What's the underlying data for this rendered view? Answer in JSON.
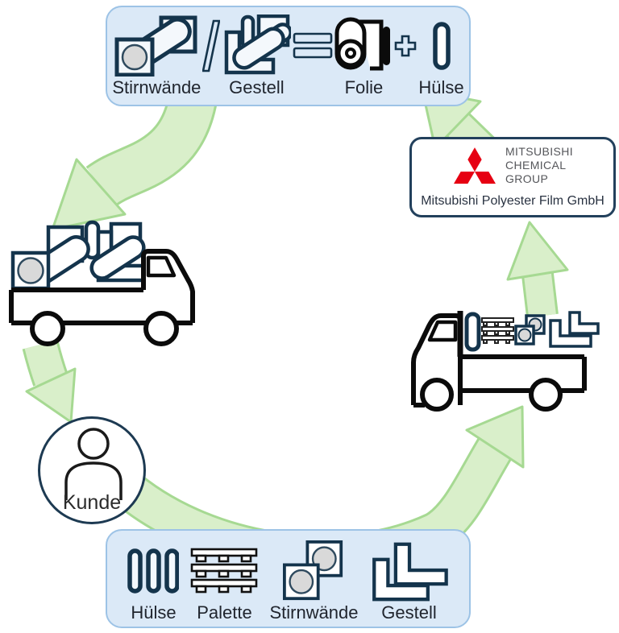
{
  "palette": {
    "box_fill": "#dbe9f7",
    "box_border": "#9dc3e6",
    "arrow_fill": "#d9efca",
    "arrow_border": "#a6d992",
    "icon_navy": "#14344c",
    "outline_black": "#0b0b0b",
    "circle_gray": "#d9d9d9",
    "brand_red": "#e60012",
    "brand_gray": "#55565a",
    "dark_border_navy": "#22405c"
  },
  "top_box": {
    "items": [
      {
        "label": "Stirnwände",
        "icon": "roll-with-endplates-icon"
      },
      {
        "label": "Gestell",
        "icon": "rack-with-rolls-icon"
      },
      {
        "label": "Folie",
        "icon": "film-roll-icon"
      },
      {
        "label": "Hülse",
        "icon": "core-tube-icon"
      }
    ],
    "operators": [
      {
        "symbol": "/",
        "icon": "slash-icon"
      },
      {
        "symbol": "=",
        "icon": "equals-icon"
      },
      {
        "symbol": "+",
        "icon": "plus-icon"
      }
    ]
  },
  "company_box": {
    "logo": "mitsubishi-three-diamonds",
    "brand_lines": [
      "MITSUBISHI",
      "CHEMICAL",
      "GROUP"
    ],
    "subtitle": "Mitsubishi Polyester Film GmbH"
  },
  "customer": {
    "label": "Kunde",
    "icon": "person-icon"
  },
  "bottom_box": {
    "items": [
      {
        "label": "Hülse",
        "icon": "three-tubes-icon"
      },
      {
        "label": "Palette",
        "icon": "pallet-stack-icon"
      },
      {
        "label": "Stirnwände",
        "icon": "endplates-pair-icon"
      },
      {
        "label": "Gestell",
        "icon": "racks-pair-icon"
      }
    ]
  },
  "vehicles": {
    "left_truck": "truck-loaded-with-packaging",
    "right_truck": "truck-loaded-with-returns"
  },
  "flow": [
    "company",
    "packaged-film",
    "delivery-truck",
    "customer",
    "returned-packaging",
    "return-truck"
  ]
}
